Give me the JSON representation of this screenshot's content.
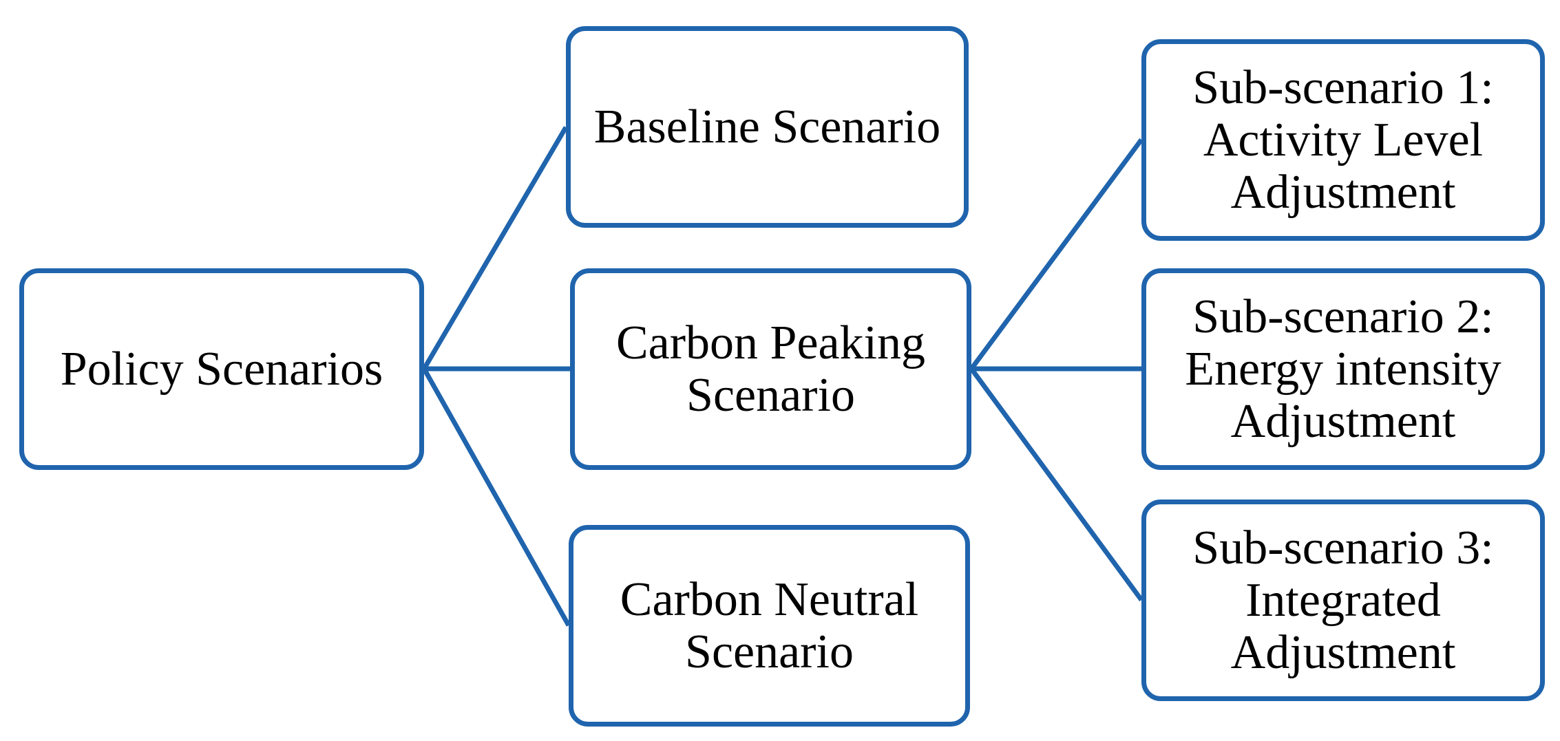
{
  "diagram": {
    "line_color": "#1f64ad",
    "root": {
      "lines": [
        "Policy Scenarios"
      ]
    },
    "scenarios": [
      {
        "lines": [
          "Baseline Scenario"
        ]
      },
      {
        "lines": [
          "Carbon Peaking",
          "Scenario"
        ]
      },
      {
        "lines": [
          "Carbon Neutral",
          "Scenario"
        ]
      }
    ],
    "sub_scenarios": [
      {
        "lines": [
          "Sub-scenario 1:",
          "Activity Level",
          "Adjustment"
        ]
      },
      {
        "lines": [
          "Sub-scenario 2:",
          "Energy intensity",
          "Adjustment"
        ]
      },
      {
        "lines": [
          "Sub-scenario 3:",
          "Integrated",
          "Adjustment"
        ]
      }
    ]
  }
}
